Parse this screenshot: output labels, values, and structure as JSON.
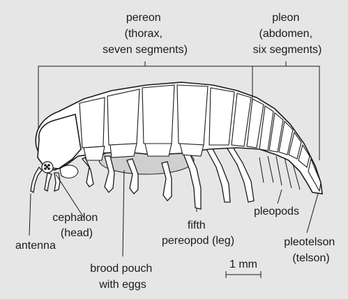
{
  "labels": {
    "pereon": [
      "pereon",
      "(thorax,",
      "seven segments)"
    ],
    "pleon": [
      "pleon",
      "(abdomen,",
      "six segments)"
    ],
    "cephalon": [
      "cephalon",
      "(head)"
    ],
    "antenna": "antenna",
    "brood_pouch": [
      "brood pouch",
      "with eggs"
    ],
    "fifth_pereopod": [
      "fifth",
      "pereopod (leg)"
    ],
    "pleopods": "pleopods",
    "pleotelson": [
      "pleotelson",
      "(telson)"
    ],
    "scale": "1 mm"
  },
  "colors": {
    "background": "#e6e6e6",
    "ink": "#1a1a1a",
    "body_fill": "#ffffff",
    "pouch_fill": "#cfcfcf"
  }
}
